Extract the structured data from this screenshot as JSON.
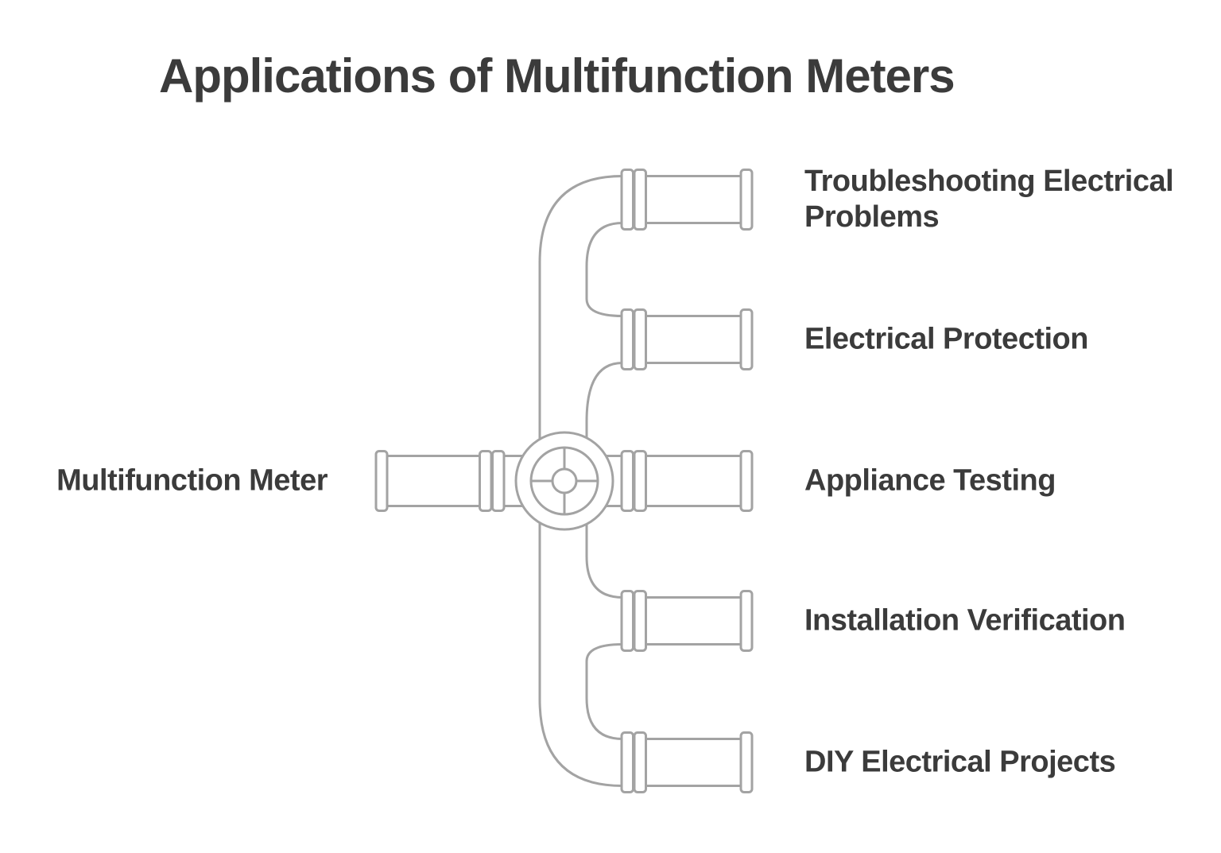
{
  "title": "Applications of Multifunction Meters",
  "hub": {
    "label": "Multifunction Meter"
  },
  "branches": [
    {
      "label": "Troubleshooting Electrical Problems"
    },
    {
      "label": "Electrical Protection"
    },
    {
      "label": "Appliance Testing"
    },
    {
      "label": "Installation Verification"
    },
    {
      "label": "DIY Electrical Projects"
    }
  ],
  "icons": {
    "hub_icon": "valve-handwheel-icon",
    "connector_icon": "flanged-pipe-icon"
  },
  "theme": {
    "pipe_color": "#a3a3a3",
    "text_color": "#3b3b3b",
    "background": "#ffffff"
  }
}
